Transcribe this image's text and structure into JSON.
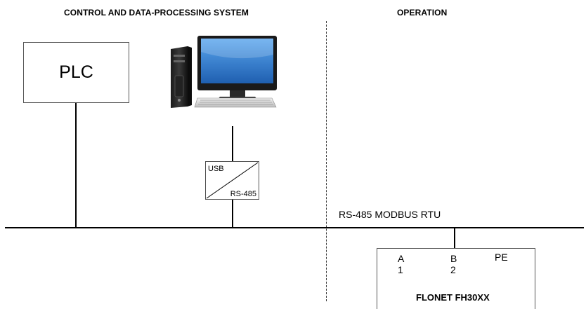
{
  "headings": {
    "control": "CONTROL AND DATA-PROCESSING SYSTEM",
    "operation": "OPERATION"
  },
  "plc": {
    "label": "PLC"
  },
  "converter": {
    "top_label": "USB",
    "bottom_label": "RS-485"
  },
  "bus": {
    "label": "RS-485 MODBUS RTU"
  },
  "device": {
    "terminals": [
      {
        "name": "A",
        "number": "1"
      },
      {
        "name": "B",
        "number": "2"
      },
      {
        "name": "PE",
        "number": ""
      }
    ],
    "name": "FLONET FH30XX"
  },
  "icons": {
    "computer": "desktop-computer-icon"
  },
  "colors": {
    "lines": "#000000",
    "box_border": "#555555",
    "monitor_screen": "#2f7fd6"
  }
}
